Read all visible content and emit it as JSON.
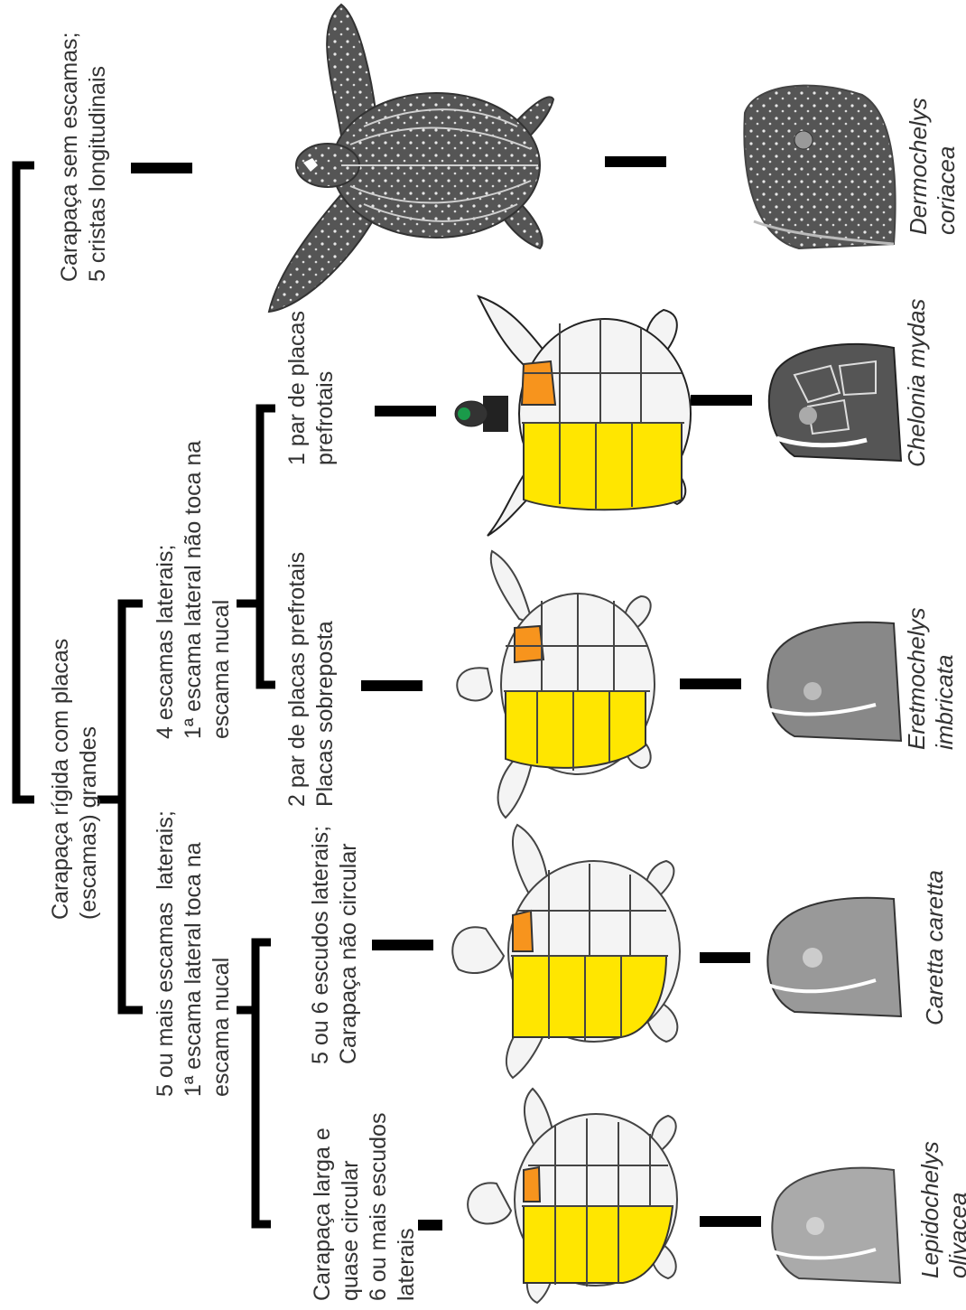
{
  "root": {
    "label_leatherback_group": "Carapaça sem escamas;\n5 cristas longitudinais",
    "label_hard_shell_group": "Carapaça rígida com placas\n(escamas) grandes"
  },
  "clade_a": {
    "label": "4 escamas laterais;\n1ª escama lateral não toca na\nescama nucal"
  },
  "clade_b": {
    "label": "5 ou mais escamas  laterais;\n1ª escama lateral toca na\nescama nucal"
  },
  "traits": {
    "chelonia": "1 par de placas\nprefrotais",
    "eretmochelys": "2 par de placas prefrotais\nPlacas sobreposta",
    "caretta": "5 ou 6 escudos laterais;\nCarapaça não circular",
    "lepidochelys": "Carapaça larga e\nquase circular\n6 ou mais escudos\nlaterais"
  },
  "species": {
    "dermochelys": "Dermochelys\ncoriacea",
    "chelonia": "Chelonia mydas",
    "eretmochelys": "Eretmochelys\nimbricata",
    "caretta": "Caretta caretta",
    "lepidochelys": "Lepidochelys\nolivacea"
  },
  "colors": {
    "line": "#000000",
    "lateral_scute_highlight": "#ffe600",
    "first_lateral_highlight": "#f7941d",
    "prefrontal_highlight": "#1a9a4a",
    "leatherback_skin": "#5a5a5a",
    "shell_outline": "#555555",
    "head_shading": "#8a8a8a"
  },
  "icons": [
    "leatherback-turtle-drawing",
    "green-turtle-drawing",
    "hawksbill-turtle-drawing",
    "loggerhead-turtle-drawing",
    "olive-ridley-turtle-drawing",
    "turtle-head-drawing"
  ]
}
